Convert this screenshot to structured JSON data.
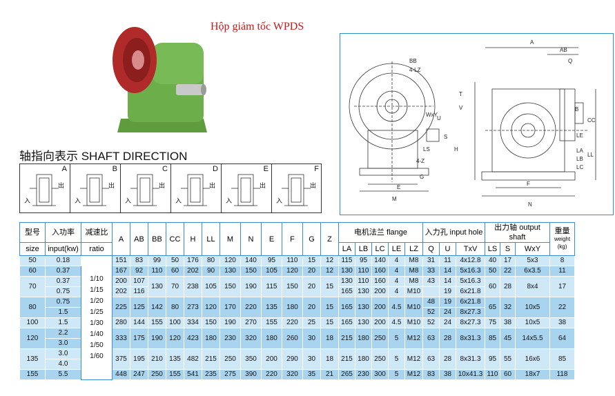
{
  "title": "Hộp giảm tốc WPDS",
  "shaft": {
    "title": "轴指向表示  SHAFT DIRECTION",
    "labels": [
      "A",
      "B",
      "C",
      "D",
      "E",
      "F"
    ],
    "in_label": "入",
    "out_label": "出"
  },
  "drawing_labels": [
    "A",
    "AB",
    "Q",
    "BB",
    "4-LZ",
    "T",
    "V",
    "WxY",
    "U",
    "S",
    "H",
    "LS",
    "4-Z",
    "G",
    "E",
    "M",
    "CC",
    "LL",
    "F",
    "N",
    "LE",
    "LA",
    "LB",
    "LC",
    "B"
  ],
  "table": {
    "h_model": [
      "型号",
      "size"
    ],
    "h_power": [
      "入功率",
      "input(kw)"
    ],
    "h_ratio": [
      "减速比",
      "ratio"
    ],
    "h_single": [
      "A",
      "AB",
      "BB",
      "CC",
      "H",
      "LL",
      "M",
      "N",
      "E",
      "F",
      "G",
      "Z"
    ],
    "h_flange": "电机法兰  flange",
    "h_flange_sub": [
      "LA",
      "LB",
      "LC",
      "LE",
      "LZ"
    ],
    "h_input": "入力孔 input hole",
    "h_input_sub": [
      "Q",
      "U",
      "TxV"
    ],
    "h_output": "出力轴 output shaft",
    "h_output_sub": [
      "LS",
      "S",
      "WxY"
    ],
    "h_weight": [
      "重量",
      "weight",
      "(kg)"
    ],
    "ratios": [
      "1/10",
      "1/15",
      "1/20",
      "1/25",
      "1/30",
      "1/40",
      "1/50",
      "1/60"
    ],
    "rows": [
      {
        "size": "50",
        "power": [
          "0.18"
        ],
        "d": [
          "151",
          "83",
          "99",
          "50",
          "176",
          "80",
          "120",
          "140",
          "95",
          "110",
          "15",
          "12"
        ],
        "fl": [
          [
            "115",
            "95",
            "140",
            "4",
            "M8"
          ]
        ],
        "inp": [
          [
            "31",
            "11",
            "4x12.8"
          ]
        ],
        "out": [
          "40",
          "17",
          "5x3"
        ],
        "w": "8"
      },
      {
        "size": "60",
        "power": [
          "0.37"
        ],
        "d": [
          "167",
          "92",
          "110",
          "60",
          "202",
          "90",
          "130",
          "150",
          "105",
          "120",
          "20",
          "12"
        ],
        "fl": [
          [
            "130",
            "110",
            "160",
            "4",
            "M8"
          ]
        ],
        "inp": [
          [
            "33",
            "14",
            "5x16.3"
          ]
        ],
        "out": [
          "50",
          "22",
          "6x3.5"
        ],
        "w": "11"
      },
      {
        "size": "70",
        "power": [
          "0.37",
          "0.75"
        ],
        "d": [
          "200|202",
          "107|116",
          "130",
          "70",
          "238",
          "105",
          "150",
          "190",
          "115",
          "150",
          "20",
          "15"
        ],
        "fl": [
          [
            "130",
            "110",
            "160",
            "4",
            "M8"
          ],
          [
            "165",
            "130",
            "200",
            "4",
            "M10"
          ]
        ],
        "inp": [
          [
            "43",
            "14",
            "5x16.3"
          ],
          [
            "",
            "19",
            "6x21.8"
          ]
        ],
        "out": [
          "60",
          "28",
          "8x4"
        ],
        "w": "17"
      },
      {
        "size": "80",
        "power": [
          "0.75",
          "1.5"
        ],
        "d": [
          "225",
          "125",
          "142",
          "80",
          "273",
          "120",
          "170",
          "220",
          "135",
          "180",
          "20",
          "15"
        ],
        "fl": [
          [
            "165",
            "130",
            "200",
            "4.5",
            "M10"
          ]
        ],
        "inp": [
          [
            "48",
            "19",
            "6x21.8"
          ],
          [
            "52",
            "24",
            "8x27.3"
          ]
        ],
        "out": [
          "65",
          "32",
          "10x5"
        ],
        "w": "22"
      },
      {
        "size": "100",
        "power": [
          "1.5"
        ],
        "d": [
          "280",
          "144",
          "155",
          "100",
          "334",
          "150",
          "190",
          "270",
          "155",
          "220",
          "25",
          "15"
        ],
        "fl": [
          [
            "165",
            "130",
            "200",
            "4.5",
            "M10"
          ]
        ],
        "inp": [
          [
            "52",
            "24",
            "8x27.3"
          ]
        ],
        "out": [
          "75",
          "38",
          "10x5"
        ],
        "w": "38"
      },
      {
        "size": "120",
        "power": [
          "2.2",
          "3.0"
        ],
        "d": [
          "333",
          "175",
          "190",
          "120",
          "423",
          "180",
          "230",
          "320",
          "180",
          "260",
          "30",
          "18"
        ],
        "fl": [
          [
            "215",
            "180",
            "250",
            "5",
            "M12"
          ]
        ],
        "inp": [
          [
            "63",
            "28",
            "8x31.3"
          ]
        ],
        "out": [
          "85",
          "45",
          "14x5.5"
        ],
        "w": "64"
      },
      {
        "size": "135",
        "power": [
          "3.0",
          "4.0"
        ],
        "d": [
          "375",
          "195",
          "210",
          "135",
          "482",
          "215",
          "250",
          "350",
          "200",
          "290",
          "30",
          "18"
        ],
        "fl": [
          [
            "215",
            "180",
            "250",
            "5",
            "M12"
          ]
        ],
        "inp": [
          [
            "63",
            "28",
            "8x31.3"
          ]
        ],
        "out": [
          "95",
          "55",
          "16x6"
        ],
        "w": "85"
      },
      {
        "size": "155",
        "power": [
          "5.5"
        ],
        "d": [
          "448",
          "247",
          "250",
          "155",
          "541",
          "235",
          "275",
          "390",
          "220",
          "320",
          "35",
          "21"
        ],
        "fl": [
          [
            "265",
            "230",
            "300",
            "5",
            "M12"
          ]
        ],
        "inp": [
          [
            "83",
            "38",
            "10x41.3"
          ]
        ],
        "out": [
          "110",
          "60",
          "18x7"
        ],
        "w": "118"
      }
    ]
  },
  "colors": {
    "title": "#c81a1a",
    "row_light": "#cfe8f8",
    "row_dark": "#a9d4f0",
    "border": "#3a8ed0",
    "gear_green": "#6cae4a",
    "flange_red": "#b02a2a"
  }
}
